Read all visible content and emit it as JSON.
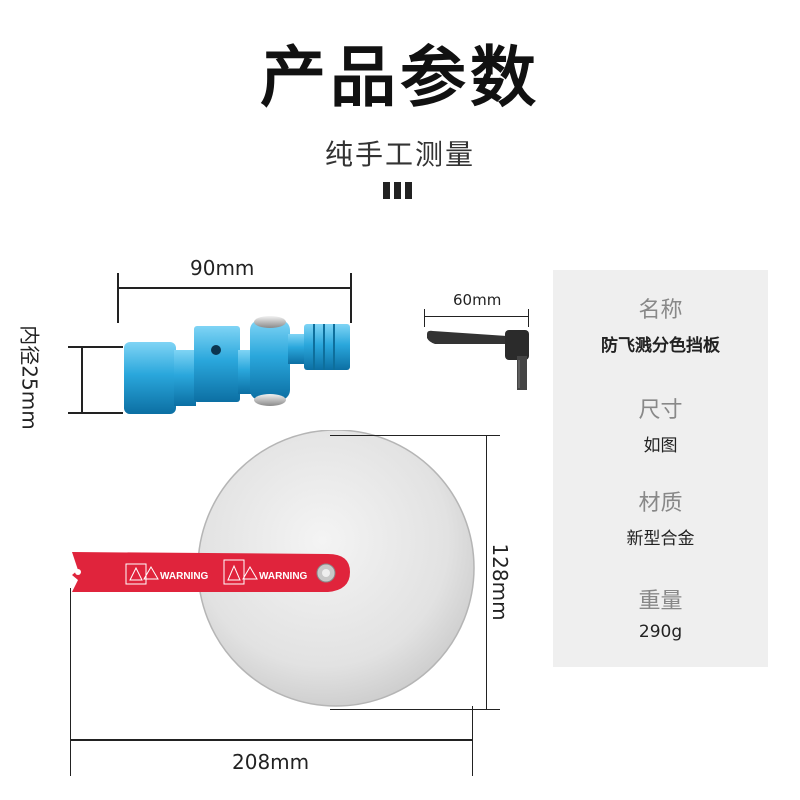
{
  "header": {
    "title": "产品参数",
    "subtitle": "纯手工测量"
  },
  "dimensions": {
    "nozzle_width": "90mm",
    "inner_diameter": "内径25mm",
    "handle_width": "60mm",
    "plate_height": "128mm",
    "total_width": "208mm"
  },
  "plate": {
    "warning_1": "WARNING",
    "warning_2": "WARNING"
  },
  "specs": [
    {
      "label": "名称",
      "value": "防飞溅分色挡板"
    },
    {
      "label": "尺寸",
      "value": "如图"
    },
    {
      "label": "材质",
      "value": "新型合金"
    },
    {
      "label": "重量",
      "value": "290g"
    }
  ],
  "colors": {
    "nozzle": "#2aa7dc",
    "handle_bar": "#e0243c",
    "plate": "#e4e4e4",
    "panel": "#efefef"
  }
}
